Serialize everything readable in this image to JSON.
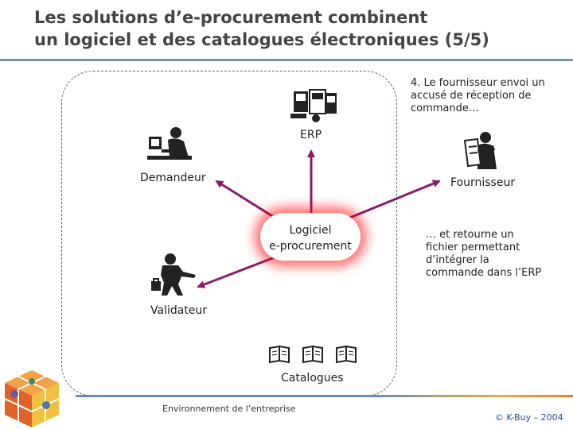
{
  "title": {
    "line1": "Les solutions d’e-procurement combinent",
    "line2": "un logiciel et des catalogues électroniques (5/5)"
  },
  "nodes": {
    "erp": "ERP",
    "demandeur": "Demandeur",
    "fournisseur": "Fournisseur",
    "validateur": "Validateur",
    "catalogues": "Catalogues",
    "core_line1": "Logiciel",
    "core_line2": "e-procurement"
  },
  "notes": {
    "step4": [
      "4. Le fournisseur envoi un",
      "accusé de réception de",
      "commande…"
    ],
    "step4b": [
      "… et retourne un",
      "fichier permettant",
      "d’intégrer la",
      "commande dans l’ERP"
    ]
  },
  "footer": {
    "environment": "Environnement de l’entreprise",
    "copyright": "© K-Buy – 2004"
  },
  "colors": {
    "arrow": "#8b1a6b",
    "core_glow": "#ff0000",
    "rule": "#7a8fa6"
  },
  "icons": [
    "erp-computer-icon",
    "demandeur-person-icon",
    "fournisseur-person-icon",
    "validateur-person-icon",
    "catalogue-book-icon",
    "kbuy-cube-logo"
  ]
}
